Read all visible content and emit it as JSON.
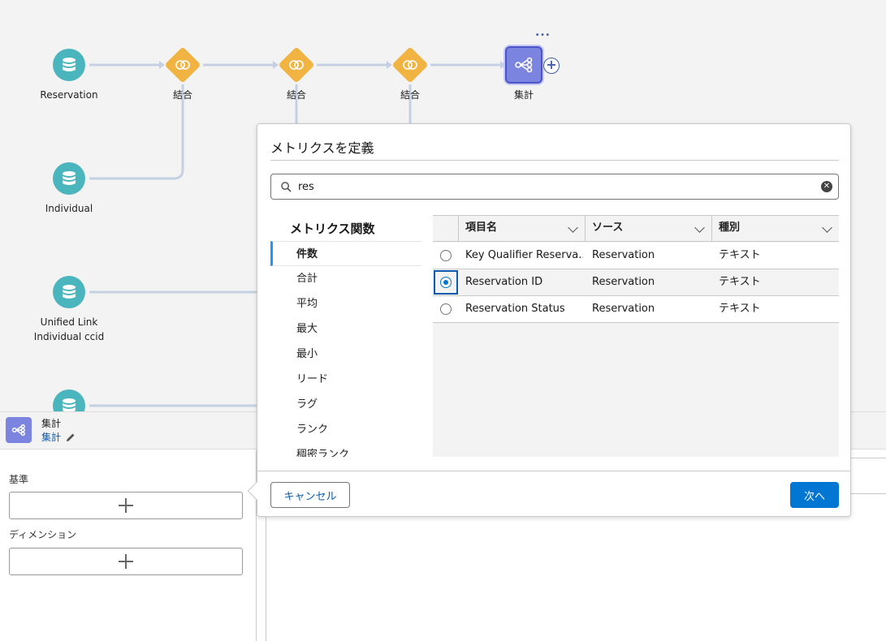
{
  "flow": {
    "nodes": [
      {
        "id": "reservation",
        "label": "Reservation",
        "label2": ""
      },
      {
        "id": "join1",
        "label": "結合"
      },
      {
        "id": "join2",
        "label": "結合"
      },
      {
        "id": "join3",
        "label": "結合"
      },
      {
        "id": "aggregate",
        "label": "集計"
      },
      {
        "id": "individual",
        "label": "Individual"
      },
      {
        "id": "unified",
        "label": "Unified Link",
        "label2": "Individual ccid"
      }
    ],
    "more_menu": "...",
    "add_node": "+"
  },
  "bottom_panel": {
    "node_type": "集計",
    "node_name": "集計",
    "basis_label": "基準",
    "dimension_label": "ディメンション"
  },
  "modal": {
    "title": "メトリクスを定義",
    "search_value": "res",
    "functions_header": "メトリクス関数",
    "functions": [
      "件数",
      "合計",
      "平均",
      "最大",
      "最小",
      "リード",
      "ラグ",
      "ランク",
      "稠密ランク"
    ],
    "selected_function": "件数",
    "columns": [
      "項目名",
      "ソース",
      "種別"
    ],
    "rows": [
      {
        "field": "Key Qualifier Reservation ID",
        "field_display": "Key Qualifier Reserva...",
        "source": "Reservation",
        "type": "テキスト",
        "selected": false
      },
      {
        "field": "Reservation ID",
        "field_display": "Reservation ID",
        "source": "Reservation",
        "type": "テキスト",
        "selected": true
      },
      {
        "field": "Reservation Status",
        "field_display": "Reservation Status",
        "source": "Reservation",
        "type": "テキスト",
        "selected": false
      }
    ],
    "cancel_label": "キャンセル",
    "next_label": "次へ"
  },
  "colors": {
    "db_node": "#4bb5bd",
    "join_node": "#f1b443",
    "aggregate_node": "#7b84de",
    "primary": "#0176d3",
    "link": "#0b5cab"
  }
}
